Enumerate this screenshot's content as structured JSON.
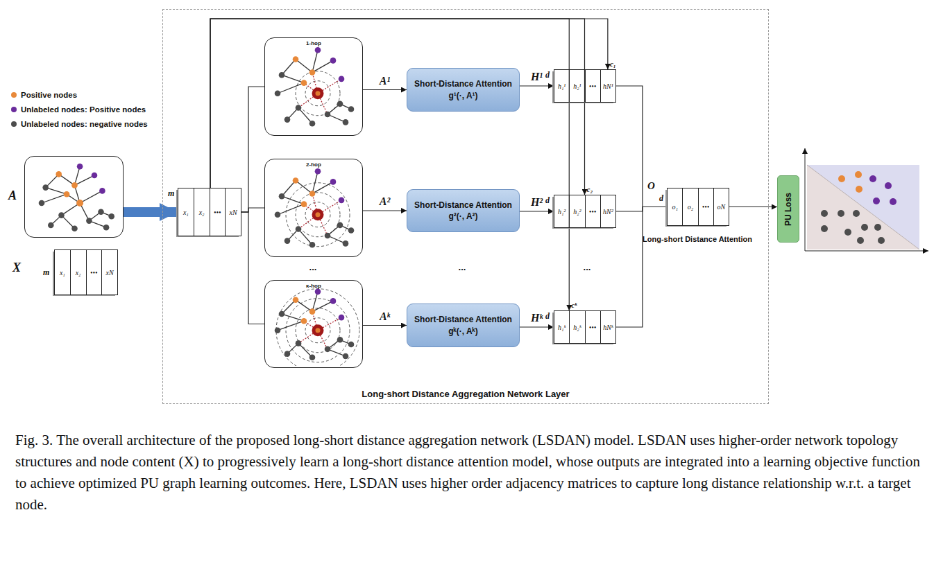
{
  "diagram": {
    "caption": "Fig. 3.  The overall architecture of the proposed long-short distance aggregation network (LSDAN) model. LSDAN uses higher-order network topology structures and node content (X) to progressively learn a long-short distance attention model, whose outputs are integrated into a learning objective function to achieve optimized PU graph learning outcomes. Here, LSDAN uses higher order adjacency matrices to capture long distance relationship w.r.t. a target node.",
    "nodes": [
      {
        "text": [
          "Long-short Distance Aggregation Network Layer"
        ]
      },
      {
        "text": [
          "A"
        ]
      },
      {
        "text": [
          "x₁",
          "x₂",
          "•••",
          "xN"
        ]
      },
      {
        "text": [
          "x₁",
          "x₂",
          "•••",
          "xN"
        ],
        "in": 0
      },
      {
        "text": [
          "1-hop"
        ],
        "in": 0
      },
      {
        "text": [
          "2-hop"
        ],
        "in": 0
      },
      {
        "text": [
          "κ-hop"
        ],
        "in": 0
      },
      {
        "text": [
          "Short-Distance Attention",
          "g¹(·, A¹)"
        ],
        "in": 0
      },
      {
        "text": [
          "Short-Distance Attention",
          "g²(·, A²)"
        ],
        "in": 0
      },
      {
        "text": [
          "Short-Distance Attention",
          "gᵏ(·, Aᵏ)"
        ],
        "in": 0
      },
      {
        "text": [
          "h₁¹",
          "h₂¹",
          "•••",
          "hN¹"
        ],
        "in": 0
      },
      {
        "text": [
          "h₁²",
          "h₂²",
          "•••",
          "hN²"
        ],
        "in": 0
      },
      {
        "text": [
          "h₁ᵏ",
          "h₂ᵏ",
          "•••",
          "hNᵏ"
        ],
        "in": 0
      },
      {
        "text": [
          "o₁",
          "o₂",
          "•••",
          "oN"
        ],
        "in": 0
      },
      {
        "text": [
          "PU Loss"
        ]
      }
    ],
    "edges": [
      {
        "from": 1,
        "to": 3,
        "arrow": "to"
      },
      {
        "from": 3,
        "to": 4,
        "arrow": "none"
      },
      {
        "from": 3,
        "to": 5,
        "arrow": "none"
      },
      {
        "from": 3,
        "to": 6,
        "arrow": "none"
      },
      {
        "from": 4,
        "to": 7,
        "label": "A¹",
        "arrow": "to"
      },
      {
        "from": 5,
        "to": 8,
        "label": "A²",
        "arrow": "to"
      },
      {
        "from": 6,
        "to": 9,
        "label": "Aᵏ",
        "arrow": "to"
      },
      {
        "from": 7,
        "to": 10,
        "label": "H¹",
        "arrow": "to"
      },
      {
        "from": 8,
        "to": 11,
        "label": "H²",
        "arrow": "to"
      },
      {
        "from": 9,
        "to": 12,
        "label": "Hᵏ",
        "arrow": "to"
      },
      {
        "from": 3,
        "to": 10,
        "label": "c₁",
        "arrow": "to"
      },
      {
        "from": 3,
        "to": 11,
        "label": "c₂",
        "arrow": "to"
      },
      {
        "from": 3,
        "to": 12,
        "label": "cᵏ",
        "arrow": "to"
      },
      {
        "from": 10,
        "to": 13,
        "arrow": "none"
      },
      {
        "from": 11,
        "to": 13,
        "arrow": "none"
      },
      {
        "from": 12,
        "to": 13,
        "arrow": "none"
      },
      {
        "from": 13,
        "to": 14,
        "arrow": "to"
      }
    ],
    "labels": [
      "X",
      "m",
      "m",
      "d",
      "d",
      "d",
      "O",
      "d",
      "Long-short Distance Attention",
      "...",
      "...",
      "..."
    ],
    "legend": [
      {
        "text": "Positive nodes",
        "color": "#e8893a"
      },
      {
        "text": "Unlabeled nodes: Positive nodes",
        "color": "#6a2c9c"
      },
      {
        "text": "Unlabeled nodes: negative nodes",
        "color": "#4d4d4d"
      }
    ]
  }
}
